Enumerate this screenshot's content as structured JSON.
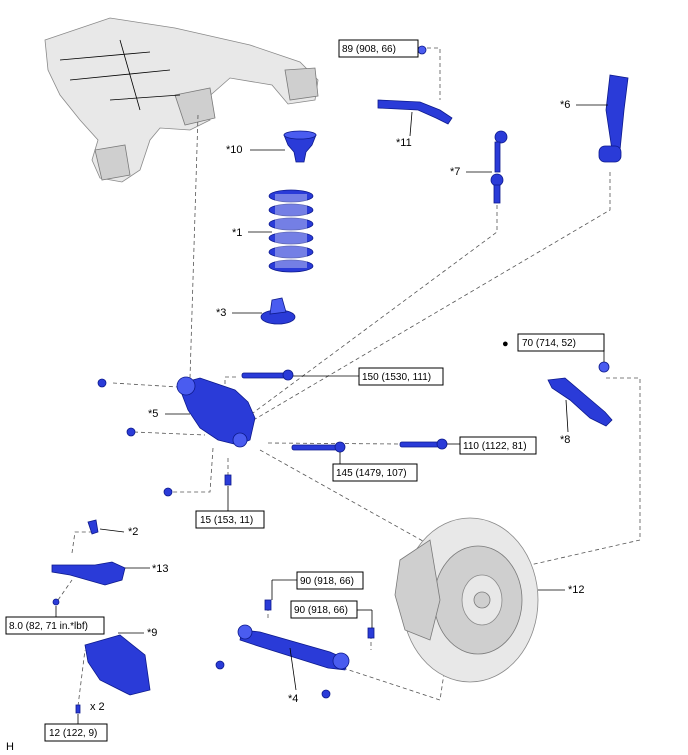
{
  "callouts": {
    "c1": "*1",
    "c2": "*2",
    "c3": "*3",
    "c4": "*4",
    "c5": "*5",
    "c6": "*6",
    "c7": "*7",
    "c8": "*8",
    "c9": "*9",
    "c10": "*10",
    "c11": "*11",
    "c12": "*12",
    "c13": "*13"
  },
  "torques": {
    "t89": "89 (908, 66)",
    "t70": "70 (714, 52)",
    "t150": "150 (1530, 111)",
    "t110": "110 (1122, 81)",
    "t145": "145 (1479, 107)",
    "t15": "15 (153, 11)",
    "t8": "8.0 (82, 71 in.*lbf)",
    "t90a": "90 (918, 66)",
    "t90b": "90 (918, 66)",
    "t12": "12 (122, 9)"
  },
  "markers": {
    "bullet": "●",
    "qty": "x 2",
    "corner": "H"
  },
  "colors": {
    "part": "#2a3bd8",
    "frame": "#e8e8e8"
  }
}
